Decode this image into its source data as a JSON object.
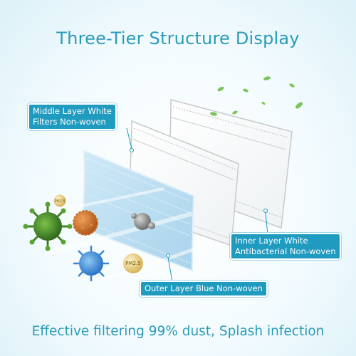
{
  "title": "Three-Tier Structure Display",
  "labels": {
    "middle_line1": "Middle Layer White",
    "middle_line2": "Filters Non-woven",
    "inner_line1": "Inner Layer White",
    "inner_line2": "Antibacterial Non-woven",
    "outer": "Outer Layer Blue Non-woven"
  },
  "particles": {
    "small_dust": "PM2.5",
    "large_dust": "PM2.5"
  },
  "footer": "Effective filtering 99% dust, Splash infection",
  "colors": {
    "accent": "#2a9bb8",
    "label_bg": "#1f9bc0",
    "outer_layer": "#b8dcef",
    "inner_layers": "#ffffff"
  }
}
